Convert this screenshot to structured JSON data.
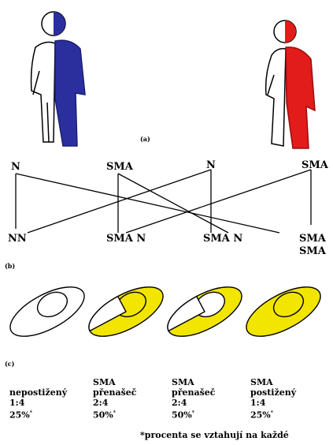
{
  "panels": {
    "a": "(a)",
    "b": "(b)",
    "c": "(c)"
  },
  "diagram_b": {
    "top": [
      "N",
      "SMA",
      "N",
      "SMA"
    ],
    "bottom": [
      "NN",
      "SMA N",
      "SMA N",
      "SMA",
      "SMA"
    ]
  },
  "columns": [
    {
      "head": "",
      "label": "nepostižený",
      "ratio": "1:4",
      "percent": "25%"
    },
    {
      "head": "SMA",
      "label": "přenašeč",
      "ratio": "2:4",
      "percent": "50%"
    },
    {
      "head": "SMA",
      "label": "přenašeč",
      "ratio": "2:4",
      "percent": "50%"
    },
    {
      "head": "SMA",
      "label": "postižený",
      "ratio": "1:4",
      "percent": "25%"
    }
  ],
  "asterisk": "*",
  "footnote": "*procenta se vztahují na každé",
  "colors": {
    "father": "#2b2f9e",
    "mother": "#e21b1b",
    "cell_yellow": "#f2e500"
  }
}
